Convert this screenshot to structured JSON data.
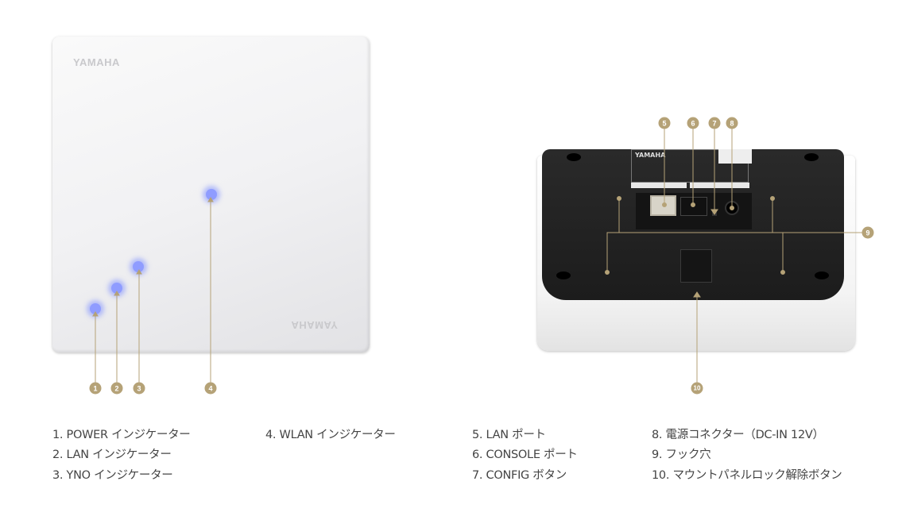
{
  "front_view": {
    "logo": "YAMAHA",
    "logo_inverted": "YAMAHA",
    "led_color": "#8f9cff"
  },
  "back_view": {
    "logo": "YAMAHA"
  },
  "callout_color": "#b5a277",
  "callouts": [
    "1",
    "2",
    "3",
    "4",
    "5",
    "6",
    "7",
    "8",
    "9",
    "10"
  ],
  "legend": [
    "1. POWER インジケーター",
    "2. LAN インジケーター",
    "3. YNO インジケーター",
    "4. WLAN インジケーター",
    "5. LAN ポート",
    "6. CONSOLE ポート",
    "7. CONFIG ボタン",
    "8. 電源コネクター（DC-IN 12V）",
    "9. フック穴",
    "10. マウントパネルロック解除ボタン"
  ]
}
